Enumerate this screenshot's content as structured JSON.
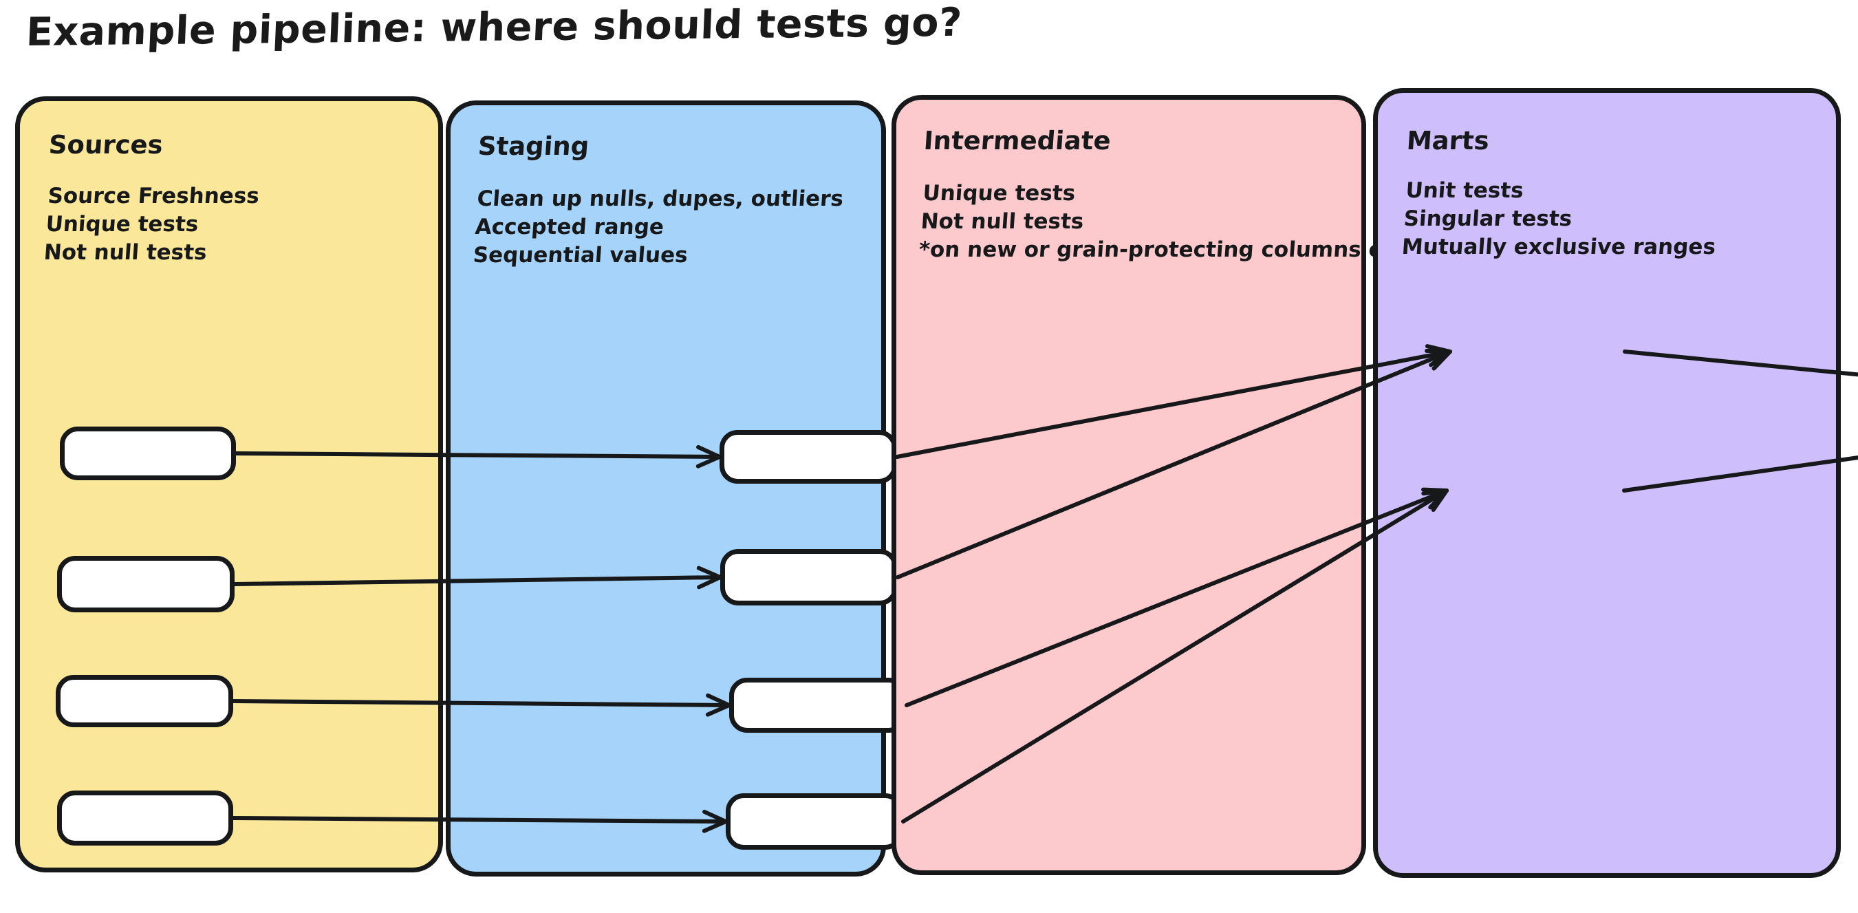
{
  "title": "Example pipeline: where should tests go?",
  "colors": {
    "sources_bg": "#FAE79A",
    "staging_bg": "#A5D3F9",
    "intermediate_bg": "#FCC9CC",
    "marts_bg": "#CEBEFB",
    "stroke": "#17181A",
    "node_fill": "#FFFFFF"
  },
  "lanes": [
    {
      "id": "sources",
      "title": "Sources",
      "notes": [
        "Source Freshness",
        "Unique tests",
        "Not null tests"
      ],
      "nodes": [
        {
          "label": ""
        },
        {
          "label": ""
        },
        {
          "label": ""
        },
        {
          "label": ""
        }
      ]
    },
    {
      "id": "staging",
      "title": "Staging",
      "notes": [
        "Clean up nulls, dupes, outliers",
        "Accepted range",
        "Sequential values"
      ],
      "nodes": [
        {
          "label": ""
        },
        {
          "label": ""
        },
        {
          "label": ""
        },
        {
          "label": ""
        }
      ]
    },
    {
      "id": "intermediate",
      "title": "Intermediate",
      "notes": [
        "Unique tests",
        "Not null tests",
        "*on new or grain-protecting columns only"
      ],
      "nodes": [
        {
          "label": ""
        },
        {
          "label": ""
        }
      ]
    },
    {
      "id": "marts",
      "title": "Marts",
      "notes": [
        "Unit tests",
        "Singular tests",
        "Mutually exclusive ranges"
      ],
      "nodes": [
        {
          "label": ""
        }
      ]
    }
  ],
  "edges": [
    {
      "from": "sources.1",
      "to": "staging.1"
    },
    {
      "from": "sources.2",
      "to": "staging.2"
    },
    {
      "from": "sources.3",
      "to": "staging.3"
    },
    {
      "from": "sources.4",
      "to": "staging.4"
    },
    {
      "from": "staging.1",
      "to": "intermediate.1"
    },
    {
      "from": "staging.2",
      "to": "intermediate.1"
    },
    {
      "from": "staging.3",
      "to": "intermediate.2"
    },
    {
      "from": "staging.4",
      "to": "intermediate.2"
    },
    {
      "from": "intermediate.1",
      "to": "marts.1"
    },
    {
      "from": "intermediate.2",
      "to": "marts.1"
    }
  ]
}
